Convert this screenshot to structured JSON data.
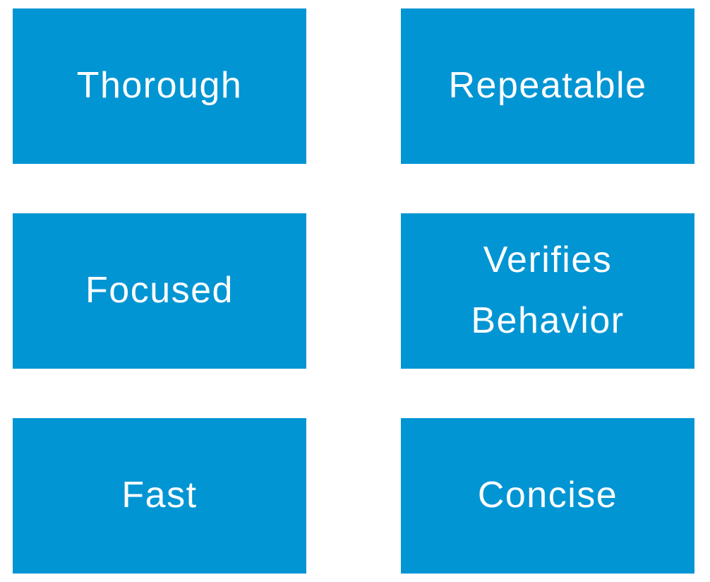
{
  "tiles": [
    {
      "label": "Thorough"
    },
    {
      "label": "Repeatable"
    },
    {
      "label": "Focused"
    },
    {
      "label": "Verifies\nBehavior"
    },
    {
      "label": "Fast"
    },
    {
      "label": "Concise"
    }
  ],
  "colors": {
    "tile_background": "#0295d3",
    "tile_text": "#ffffff",
    "page_background": "#ffffff"
  }
}
